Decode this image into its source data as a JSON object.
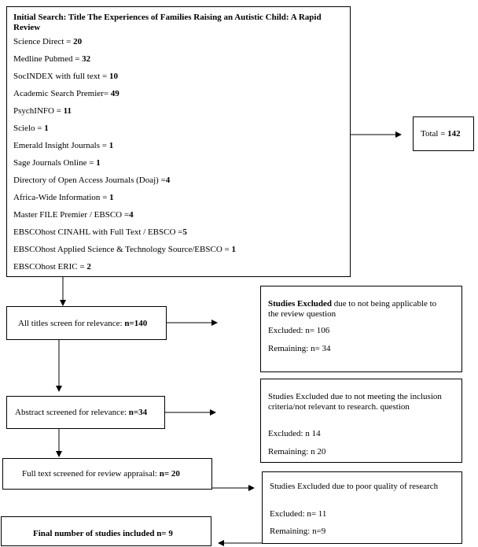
{
  "initial": {
    "title_prefix": "Initial Search: Title The Experiences of Families Raising an Autistic Child: A Rapid Review",
    "items": [
      {
        "name": "Science Direct = ",
        "count": "20"
      },
      {
        "name": "Medline Pubmed = ",
        "count": "32"
      },
      {
        "name": "SocINDEX with full text = ",
        "count": "10"
      },
      {
        "name": "Academic Search Premier= ",
        "count": "49"
      },
      {
        "name": "PsychINFO = ",
        "count": "11"
      },
      {
        "name": "Scielo = ",
        "count": "1"
      },
      {
        "name": "Emerald Insight Journals = ",
        "count": "1"
      },
      {
        "name": "Sage Journals Online = ",
        "count": "1"
      },
      {
        "name": "Directory of Open Access Journals (Doaj) =",
        "count": "4"
      },
      {
        "name": "Africa-Wide Information = ",
        "count": "1"
      },
      {
        "name": "Master FILE Premier / EBSCO =",
        "count": "4"
      },
      {
        "name": "EBSCOhost CINAHL with Full Text / EBSCO =",
        "count": "5"
      },
      {
        "name": "EBSCOhost Applied Science & Technology Source/EBSCO = ",
        "count": "1"
      },
      {
        "name": "EBSCOhost ERIC = ",
        "count": "2"
      }
    ]
  },
  "total": {
    "label": "Total = ",
    "value": "142"
  },
  "stage1": {
    "label": "All titles screen for relevance: ",
    "value": "n=140"
  },
  "stage2": {
    "label": "Abstract screened for relevance: ",
    "value": "n=34"
  },
  "stage3": {
    "label": "Full text screened for review appraisal: ",
    "value": "n= 20"
  },
  "final": {
    "label": "Final number of studies included n= ",
    "value": "9"
  },
  "excluded1": {
    "bold": "Studies Excluded",
    "rest": " due to not being applicable to the review question",
    "excluded": "Excluded: n= 106",
    "remaining": "Remaining: n= 34"
  },
  "excluded2": {
    "text": "Studies Excluded due to not meeting the inclusion criteria/not relevant to research. question",
    "excluded": "Excluded: n 14",
    "remaining": "Remaining: n 20"
  },
  "excluded3": {
    "text": "Studies Excluded due to poor quality of research",
    "excluded": "Excluded: n= 11",
    "remaining": "Remaining: n=9"
  }
}
